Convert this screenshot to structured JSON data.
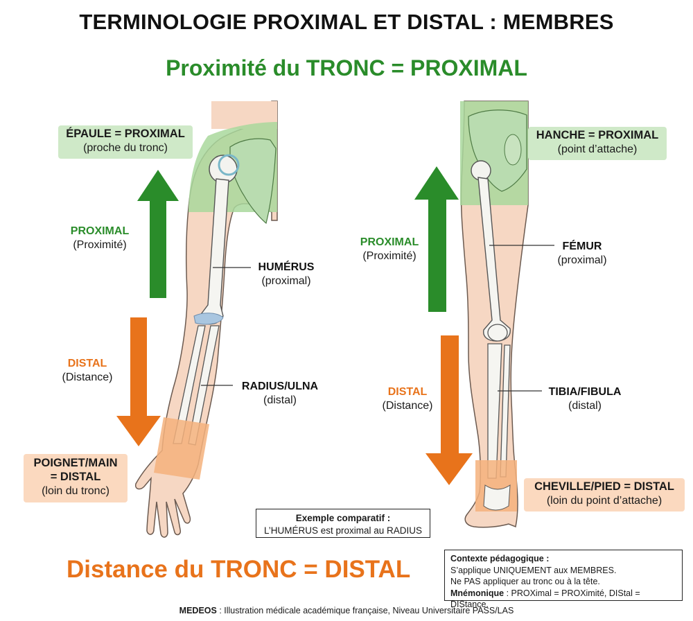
{
  "title": "TERMINOLOGIE PROXIMAL ET DISTAL : MEMBRES",
  "proximal_banner": "Proximité du TRONC = PROXIMAL",
  "distal_banner": "Distance du TRONC = DISTAL",
  "colors": {
    "proximal_green": "#2a8c2a",
    "distal_orange": "#e8731b",
    "green_zone": "#a9d89c",
    "orange_zone": "#f5b27c",
    "skin": "#f6d7c3"
  },
  "arm": {
    "shoulder_box": {
      "title": "ÉPAULE = PROXIMAL",
      "sub": "(proche du tronc)"
    },
    "wrist_box": {
      "title_line1": "POIGNET/MAIN",
      "title_line2": "= DISTAL",
      "sub": "(loin du tronc)"
    },
    "proximal_label": {
      "title": "PROXIMAL",
      "sub": "(Proximité)"
    },
    "distal_label": {
      "title": "DISTAL",
      "sub": "(Distance)"
    },
    "humerus_label": {
      "title": "HUMÉRUS",
      "sub": "(proximal)"
    },
    "radius_label": {
      "title": "RADIUS/ULNA",
      "sub": "(distal)"
    }
  },
  "leg": {
    "hip_box": {
      "title": "HANCHE = PROXIMAL",
      "sub": "(point d’attache)"
    },
    "ankle_box": {
      "title": "CHEVILLE/PIED = DISTAL",
      "sub": "(loin du point d’attache)"
    },
    "proximal_label": {
      "title": "PROXIMAL",
      "sub": "(Proximité)"
    },
    "distal_label": {
      "title": "DISTAL",
      "sub": "(Distance)"
    },
    "femur_label": {
      "title": "FÉMUR",
      "sub": "(proximal)"
    },
    "tibia_label": {
      "title": "TIBIA/FIBULA",
      "sub": "(distal)"
    }
  },
  "example": {
    "title": "Exemple comparatif :",
    "text": "L’HUMÉRUS est proximal au RADIUS"
  },
  "context": {
    "title": "Contexte pédagogique :",
    "line1": "S’applique UNIQUEMENT aux MEMBRES.",
    "line2": "Ne PAS appliquer au tronc ou à la tête.",
    "mnemonic_label": "Mnémonique",
    "mnemonic_text": " : PROXimal = PROXimité, DIStal = DIStance."
  },
  "footer": {
    "brand": "MEDEOS",
    "text": " : Illustration médicale académique française, Niveau Universitaire PASS/LAS"
  }
}
